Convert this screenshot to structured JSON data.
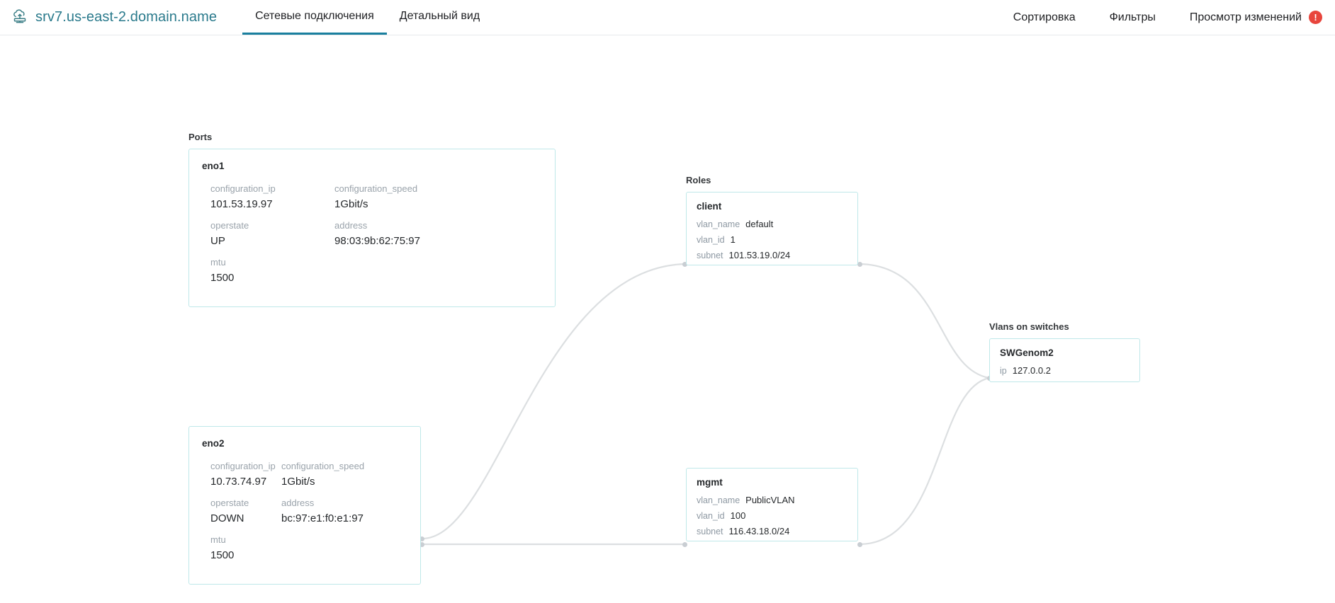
{
  "header": {
    "icon": "server-cloud-icon",
    "title": "srv7.us-east-2.domain.name",
    "tabs": [
      {
        "label": "Сетевые подключения",
        "active": true
      },
      {
        "label": "Детальный вид",
        "active": false
      }
    ],
    "nav": [
      {
        "label": "Сортировка"
      },
      {
        "label": "Фильтры"
      },
      {
        "label": "Просмотр изменений"
      }
    ],
    "alert_badge": "!",
    "accent_color": "#1a7f9e",
    "alert_color": "#e8453c",
    "title_color": "#2a7a8c"
  },
  "groups": {
    "ports": "Ports",
    "roles": "Roles",
    "vlans": "Vlans on switches"
  },
  "ports": [
    {
      "name": "eno1",
      "fields": [
        {
          "key": "configuration_ip",
          "value": "101.53.19.97"
        },
        {
          "key": "configuration_speed",
          "value": "1Gbit/s"
        },
        {
          "key": "operstate",
          "value": "UP"
        },
        {
          "key": "address",
          "value": "98:03:9b:62:75:97"
        },
        {
          "key": "mtu",
          "value": "1500"
        }
      ]
    },
    {
      "name": "eno2",
      "fields": [
        {
          "key": "configuration_ip",
          "value": "10.73.74.97"
        },
        {
          "key": "configuration_speed",
          "value": "1Gbit/s"
        },
        {
          "key": "operstate",
          "value": "DOWN"
        },
        {
          "key": "address",
          "value": "bc:97:e1:f0:e1:97"
        },
        {
          "key": "mtu",
          "value": "1500"
        }
      ]
    }
  ],
  "roles": [
    {
      "name": "client",
      "fields": [
        {
          "key": "vlan_name",
          "value": "default"
        },
        {
          "key": "vlan_id",
          "value": "1"
        },
        {
          "key": "subnet",
          "value": "101.53.19.0/24"
        }
      ]
    },
    {
      "name": "mgmt",
      "fields": [
        {
          "key": "vlan_name",
          "value": "PublicVLAN"
        },
        {
          "key": "vlan_id",
          "value": "100"
        },
        {
          "key": "subnet",
          "value": "116.43.18.0/24"
        }
      ]
    }
  ],
  "switches": [
    {
      "name": "SWGenom2",
      "fields": [
        {
          "key": "ip",
          "value": "127.0.0.2"
        }
      ]
    }
  ]
}
